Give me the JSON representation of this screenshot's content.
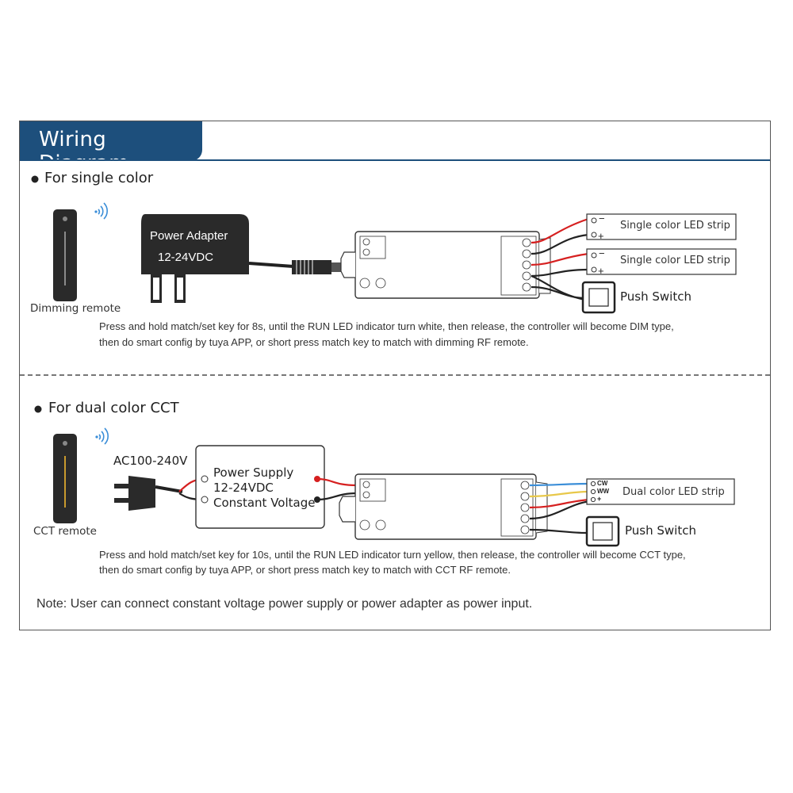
{
  "header": {
    "title": "Wiring Diagram"
  },
  "single": {
    "title": "For single color",
    "remote_label": "Dimming remote",
    "adapter_line1": "Power Adapter",
    "adapter_line2": "12-24VDC",
    "strip1": "Single color LED strip",
    "strip2": "Single color LED strip",
    "push_switch": "Push Switch",
    "instr_line1": "Press and hold match/set key for 8s, until the RUN LED indicator turn white, then release, the controller will become DIM type,",
    "instr_line2": "then do  smart  config by  tuya  APP,  or  short press match key to match  with dimming  RF  remote."
  },
  "dual": {
    "title": "For dual color CCT",
    "remote_label": "CCT remote",
    "ac_label": "AC100-240V",
    "ps_line1": "Power Supply",
    "ps_line2": "12-24VDC",
    "ps_line3": "Constant Voltage",
    "strip": "Dual color LED strip",
    "cw": "CW",
    "ww": "WW",
    "plus": "+",
    "push_switch": "Push Switch",
    "instr_line1": "Press and hold match/set key for 10s, until the RUN LED indicator turn yellow, then release, the controller will become CCT type,",
    "instr_line2": "then do  smart  config by  tuya  APP,  or  short press match key to match  with CCT  RF  remote."
  },
  "strip_minus": "−",
  "strip_plus": "+",
  "note": "Note: User can connect constant voltage power supply or power adapter as power input.",
  "colors": {
    "header_bg": "#1d4f7c",
    "wire_red": "#d62020",
    "wire_black": "#222222",
    "wire_yellow": "#e8c84a",
    "wire_blue": "#3b8ed8"
  }
}
